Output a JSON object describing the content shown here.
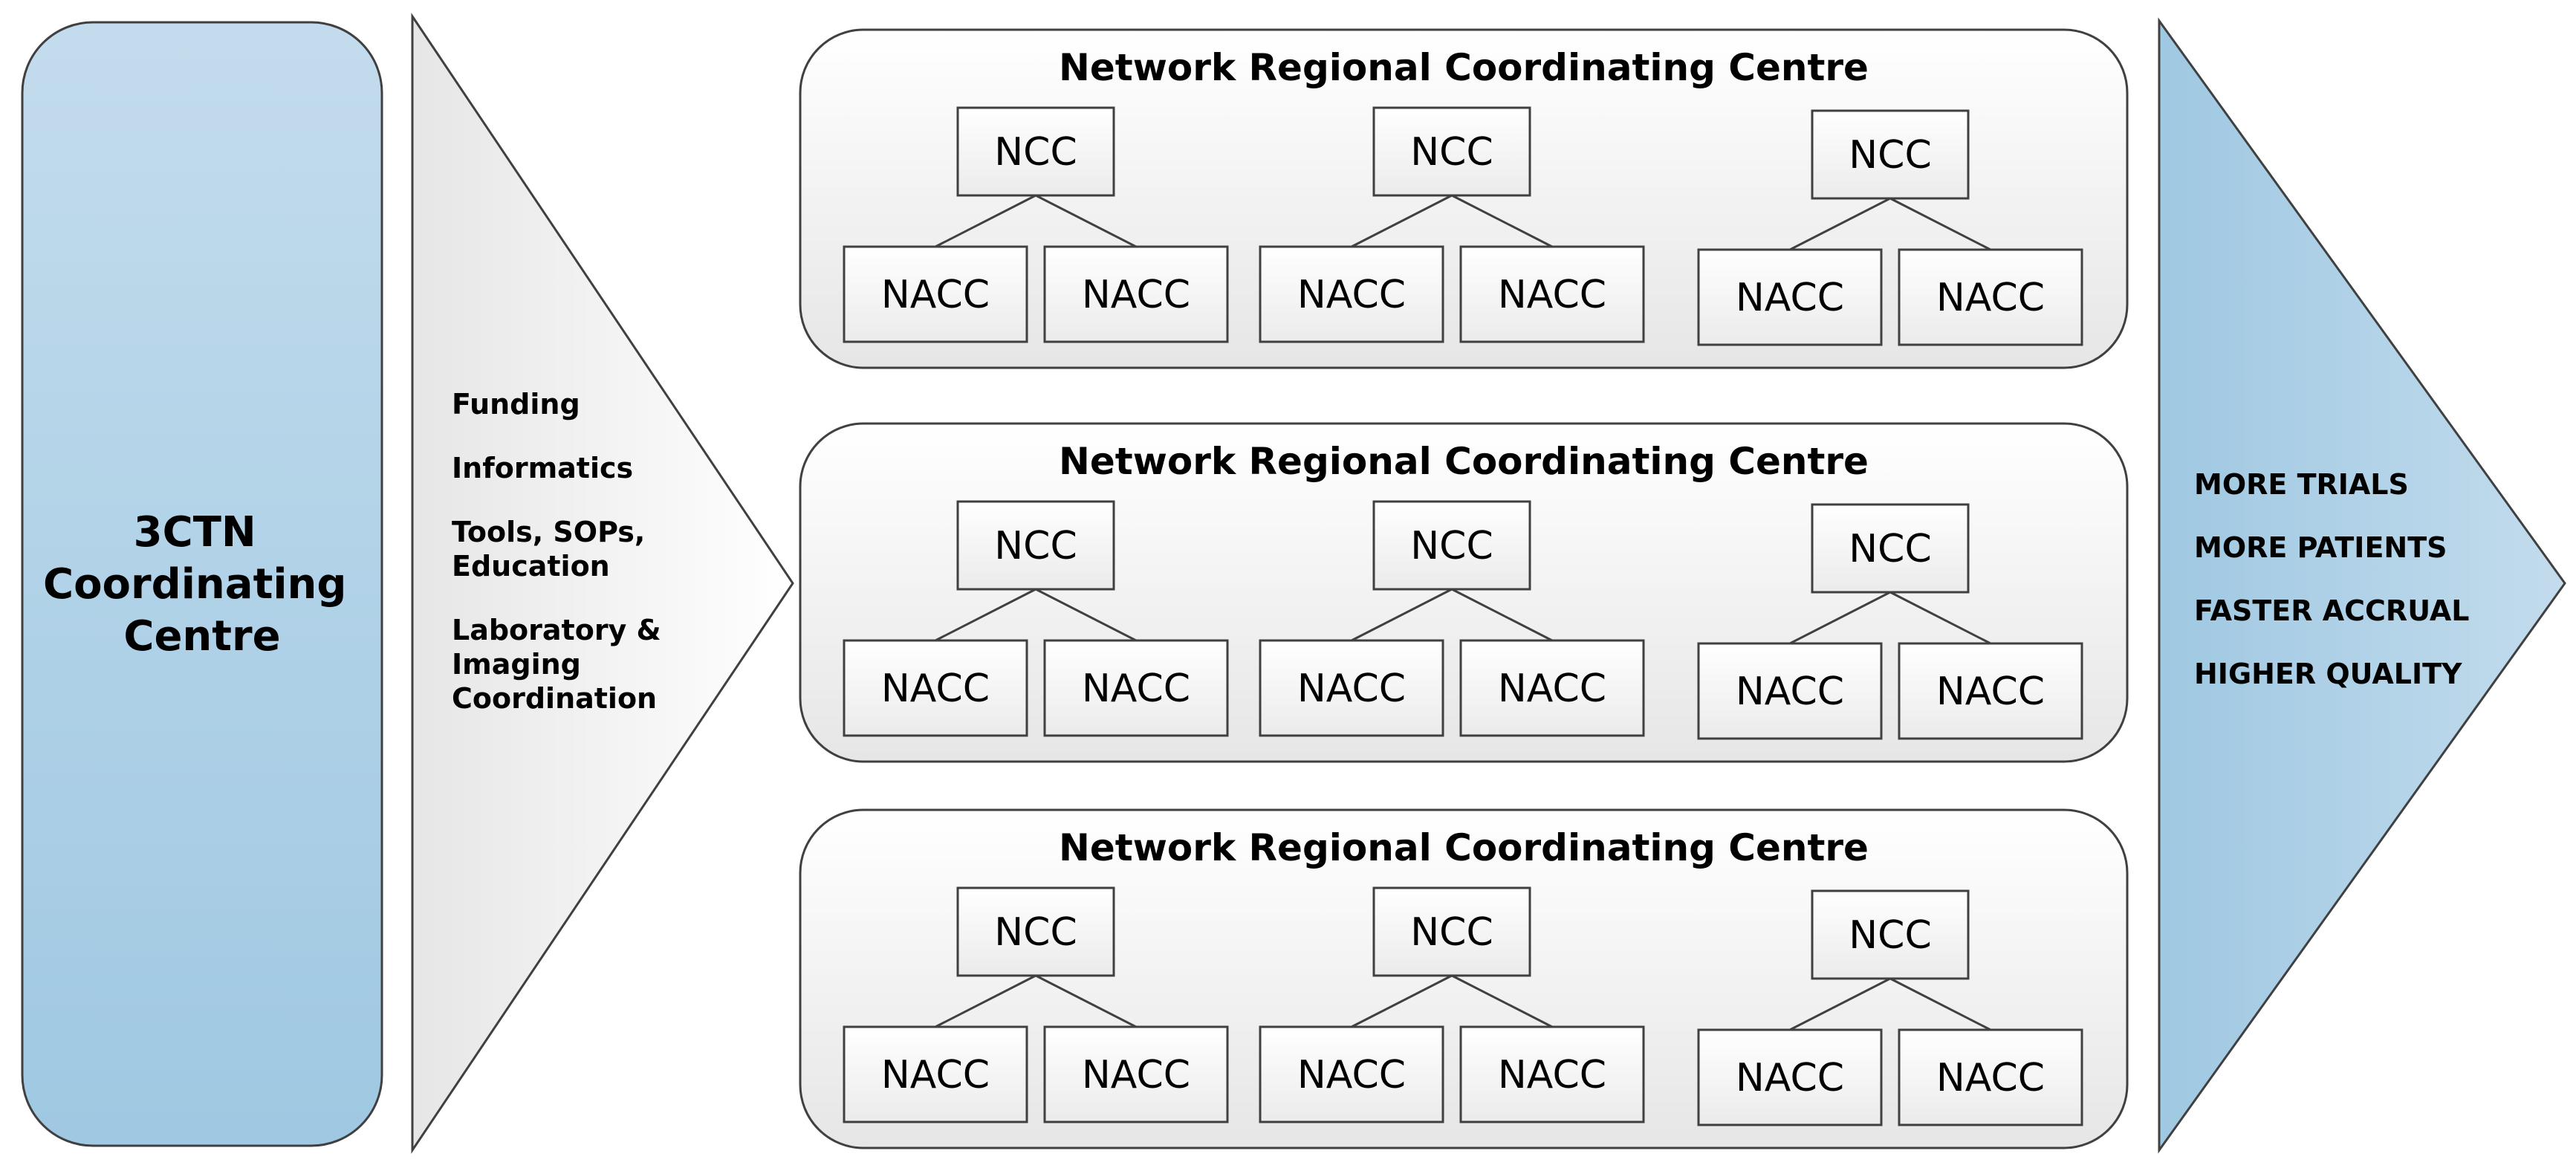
{
  "coordinating_centre": {
    "title_lines": [
      "3CTN",
      "Coordinating",
      "Centre"
    ]
  },
  "services": {
    "items": [
      {
        "lines": [
          "Funding"
        ]
      },
      {
        "lines": [
          "Informatics"
        ]
      },
      {
        "lines": [
          "Tools, SOPs,",
          "Education"
        ]
      },
      {
        "lines": [
          "Laboratory &",
          "Imaging",
          "Coordination"
        ]
      }
    ]
  },
  "regional_centres": [
    {
      "title": "Network Regional Coordinating Centre",
      "groups": [
        {
          "ncc": "NCC",
          "naccs": [
            "NACC",
            "NACC"
          ]
        },
        {
          "ncc": "NCC",
          "naccs": [
            "NACC",
            "NACC"
          ]
        },
        {
          "ncc": "NCC",
          "naccs": [
            "NACC",
            "NACC"
          ]
        }
      ]
    },
    {
      "title": "Network Regional Coordinating Centre",
      "groups": [
        {
          "ncc": "NCC",
          "naccs": [
            "NACC",
            "NACC"
          ]
        },
        {
          "ncc": "NCC",
          "naccs": [
            "NACC",
            "NACC"
          ]
        },
        {
          "ncc": "NCC",
          "naccs": [
            "NACC",
            "NACC"
          ]
        }
      ]
    },
    {
      "title": "Network Regional Coordinating Centre",
      "groups": [
        {
          "ncc": "NCC",
          "naccs": [
            "NACC",
            "NACC"
          ]
        },
        {
          "ncc": "NCC",
          "naccs": [
            "NACC",
            "NACC"
          ]
        },
        {
          "ncc": "NCC",
          "naccs": [
            "NACC",
            "NACC"
          ]
        }
      ]
    }
  ],
  "outcomes": {
    "items": [
      "MORE TRIALS",
      "MORE PATIENTS",
      "FASTER ACCRUAL",
      "HIGHER QUALITY"
    ]
  },
  "colors": {
    "blue_light": "#c3dced",
    "blue_dark": "#9fc8e2",
    "grey_light": "#ffffff",
    "grey_dark": "#e6e6e6",
    "stroke": "#404040",
    "text": "#000000"
  }
}
